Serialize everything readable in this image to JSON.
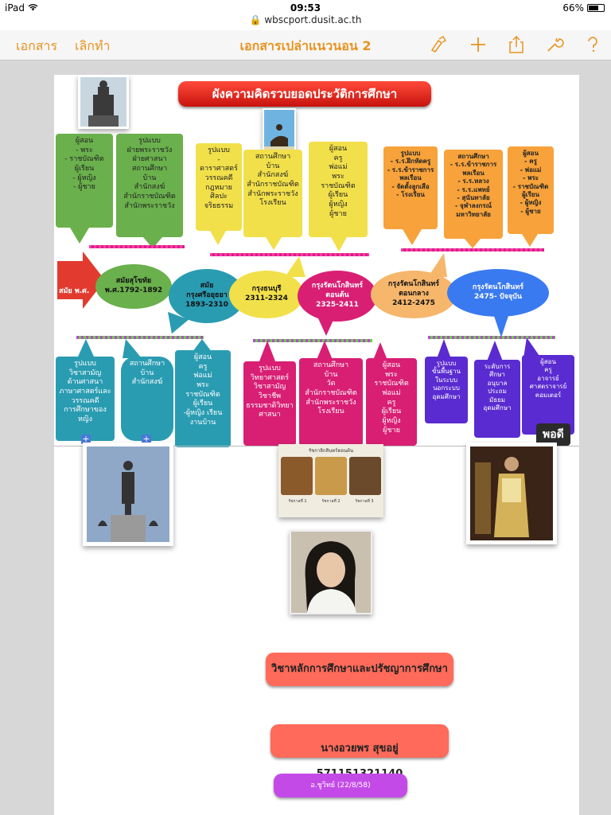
{
  "status_bar": {
    "device": "iPad",
    "time": "09:53",
    "battery": "66%",
    "battery_level": 0.66
  },
  "browser": {
    "url": "wbscport.dusit.ac.th"
  },
  "toolbar": {
    "documents_label": "เอกสาร",
    "undo_label": "เลิกทำ",
    "title": "เอกสารเปล่าแนวนอน 2"
  },
  "doc": {
    "banner": "ผังความคิดรวบยอดประวัติการศึกษา",
    "top_boxes": [
      {
        "id": "t1",
        "text": "ผู้สอน\n- พระ\n- ราชบัณฑิต\nผู้เรียน\n- ผู้หญิง\n- ผู้ชาย",
        "color": "#6ab04c"
      },
      {
        "id": "t2",
        "text": "รูปแบบ\nฝ่ายพระราชวัง\nฝ่ายศาสนา\nสถานศึกษา\nบ้าน\nสำนักสงฆ์\nสำนักราชบัณฑิต\nสำนักพระราชวัง",
        "color": "#6ab04c"
      },
      {
        "id": "t3",
        "text": "รูปแบบ\n-\nดาราศาสตร์\nวรรณคดี\nกฎหมาย\nศิลปะ\nจริยธรรม",
        "color": "#f2e04a"
      },
      {
        "id": "t4",
        "text": "สถานศึกษา\nบ้าน\nสำนักสงฆ์\nสำนักราชบัณฑิต\nสำนักพระราชวัง\nโรงเรียน",
        "color": "#f2e04a"
      },
      {
        "id": "t5",
        "text": "ผู้สอน\nครู\nพ่อแม่\nพระ\nราชบัณฑิต\nผู้เรียน\nผู้หญิง\nผู้ชาย",
        "color": "#f2e04a"
      },
      {
        "id": "t6",
        "text": "รูปแบบ\n- ร.ร.ฝึกหัดครู\n- ร.ร.ข้าราชการพลเรือน\n- จัดตั้งลูกเสือ\n- โรงเรียน",
        "color": "#f7a23a"
      },
      {
        "id": "t7",
        "text": "สถานศึกษา\n- ร.ร.ข้าราชการพลเรือน\n- ร.ร.หลวง\n- ร.ร.แพทย์\n- สุนันทาลัย\n- จุฬาลงกรณ์มหาวิทยาลัย",
        "color": "#f7a23a"
      },
      {
        "id": "t8",
        "text": "ผู้สอน\n- ครู\n- พ่อแม่\n- พระ\n- ราชบัณฑิต\nผู้เรียน\n- ผู้หญิง\n- ผู้ชาย",
        "color": "#f7a23a"
      }
    ],
    "eras": [
      {
        "id": "e0",
        "text": "สมัย พ.ศ."
      },
      {
        "id": "e1",
        "text": "สมัยสุโขทัย\nพ.ศ.1792-1892"
      },
      {
        "id": "e2",
        "text": "สมัย\nกรุงศรีอยุธยา\n1893-2310"
      },
      {
        "id": "e3",
        "text": "กรุงธนบุรี\n2311-2324"
      },
      {
        "id": "e4",
        "text": "กรุงรัตนโกสินทร์\nตอนต้น\n2325-2411"
      },
      {
        "id": "e5",
        "text": "กรุงรัตนโกสินทร์\nตอนกลาง\n2412-2475"
      },
      {
        "id": "e6",
        "text": "กรุงรัตนโกสินทร์\n2475- ปัจจุบัน"
      }
    ],
    "bottom_boxes": [
      {
        "id": "b1",
        "text": "รูปแบบ\nวิชาสามัญ\nด้านศาสนา\nภาษาศาสตร์และวรรณคดี\nการศึกษาของหญิง",
        "color": "#2a9cb2"
      },
      {
        "id": "b2",
        "text": "สถานศึกษา\nบ้าน\nสำนักสงฆ์",
        "color": "#2a9cb2"
      },
      {
        "id": "b3",
        "text": "ผู้สอน\nครู\nพ่อแม่\nพระ\nราชบัณฑิต\nผู้เรียน\n-ผู้หญิง เรียนงานบ้าน",
        "color": "#2a9cb2"
      },
      {
        "id": "b4",
        "text": "รูปแบบ\nวิทยาศาสตร์\nวิชาสามัญ\nวิชาชีพ\nธรรมชาติวิทยา\nศาสนา",
        "color": "#d81f74"
      },
      {
        "id": "b5",
        "text": "สถานศึกษา\nบ้าน\nวัด\nสำนักราชบัณฑิต\nสำนักพระราชวัง\nโรงเรียน",
        "color": "#d81f74"
      },
      {
        "id": "b6",
        "text": "ผู้สอน\nพระ\nราชบัณฑิต\nพ่อแม่\nครู\nผู้เรียน\nผู้หญิง\nผู้ชาย",
        "color": "#d81f74"
      },
      {
        "id": "b7",
        "text": "รูปแบบ\nขั้นพื้นฐาน\nในระบบ\nนอกระบบ\nอุดมศึกษา",
        "color": "#5a2bd0"
      },
      {
        "id": "b8",
        "text": "ระดับการศึกษา\nอนุบาล\nประถม\nมัธยม\nอุดมศึกษา",
        "color": "#5a2bd0"
      },
      {
        "id": "b9",
        "text": "ผู้สอน\nครู\nอาจารย์\nศาสตราจารย์\nคอมเตอร์",
        "color": "#5a2bd0"
      }
    ],
    "done_tag": "พอดี",
    "photo_center_caption": "รัชกาลิกสินทร์ตอนต้น",
    "photo_center_labels": [
      "รัชกาลที่ 1",
      "รัชกาลที่ 2",
      "รัชกาลที่ 3"
    ],
    "subject": "วิชาหลักการศึกษาและปรัชญาการศึกษา",
    "student_name": "นางอวยพร สุขอยู่",
    "student_id": "571151321140",
    "teacher": "อ.ชูวิทย์ (22/8/58)"
  }
}
